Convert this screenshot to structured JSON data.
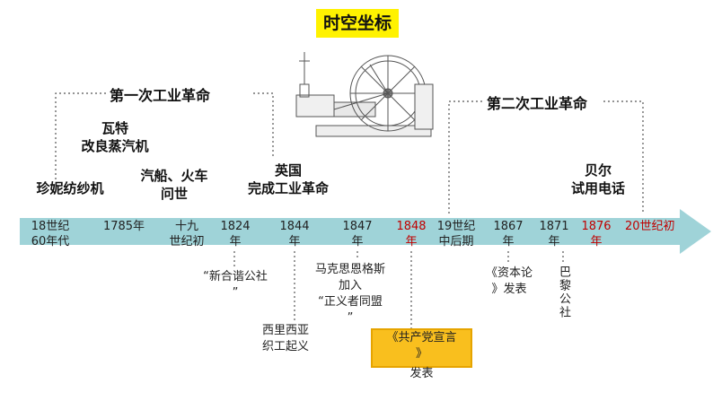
{
  "title": "时空坐标",
  "revolutions": {
    "first": "第一次工业革命",
    "second": "第二次工业革命"
  },
  "events": {
    "jenny": "珍妮纺纱机",
    "watt_1": "瓦特",
    "watt_2": "改良蒸汽机",
    "ship_1": "汽船、火车",
    "ship_2": "问世",
    "uk_1": "英国",
    "uk_2": "完成工业革命",
    "bell_1": "贝尔",
    "bell_2": "试用电话"
  },
  "timeline": {
    "t1a": "18世纪",
    "t1b": "60年代",
    "t2": "1785年",
    "t3a": "十九",
    "t3b": "世纪初",
    "t4a": "1824",
    "t4b": "年",
    "t5a": "1844",
    "t5b": "年",
    "t6a": "1847",
    "t6b": "年",
    "t7a": "1848",
    "t7b": "年",
    "t8a": "19世纪",
    "t8b": "中后期",
    "t9a": "1867",
    "t9b": "年",
    "t10a": "1871",
    "t10b": "年",
    "t11a": "1876",
    "t11b": "年",
    "t12": "20世纪初"
  },
  "annotations": {
    "harmony_1": "“新合谐公社",
    "harmony_2": "”",
    "silesia_1": "西里西亚",
    "silesia_2": "织工起义",
    "marx_1": "马克思恩格斯",
    "marx_2": "加入",
    "marx_3": "“正义者同盟",
    "marx_4": "”",
    "manifesto_1": "《共产党宣言",
    "manifesto_2": "》",
    "manifesto_3": "发表",
    "capital_1": "《资本论",
    "capital_2": "》发表",
    "paris": "巴黎公社"
  },
  "colors": {
    "arrow": "#9fd3d8",
    "highlight_red": "#c00000",
    "title_bg": "#fff200",
    "manifesto_bg": "#f9bf1e"
  },
  "icons": [
    "steam-engine-illustration"
  ]
}
